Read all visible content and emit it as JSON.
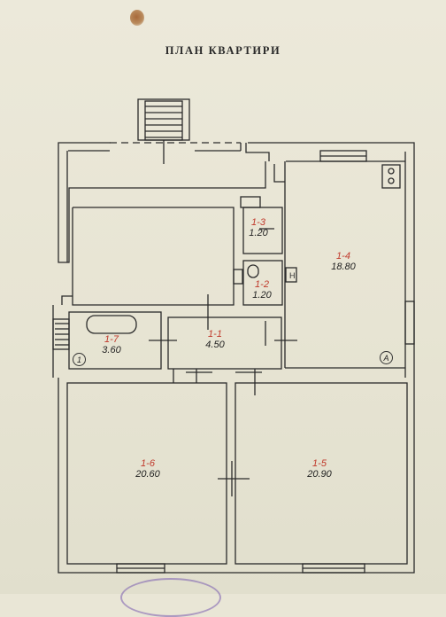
{
  "document": {
    "title": "ПЛАН КВАРТИРИ"
  },
  "rooms": [
    {
      "id": "1-1",
      "area": "4.50"
    },
    {
      "id": "1-2",
      "area": "1.20"
    },
    {
      "id": "1-3",
      "area": "1.20"
    },
    {
      "id": "1-4",
      "area": "18.80"
    },
    {
      "id": "1-5",
      "area": "20.90"
    },
    {
      "id": "1-6",
      "area": "20.60"
    },
    {
      "id": "1-7",
      "area": "3.60"
    }
  ],
  "axes": {
    "axis_a": "A",
    "axis_1": "1"
  },
  "markings": {
    "meter_symbol": "H"
  },
  "colors": {
    "paper": "#e9e6d6",
    "ink": "#2b2b2b",
    "room_id": "#c0392b",
    "stamp": "#7a5bb0"
  }
}
